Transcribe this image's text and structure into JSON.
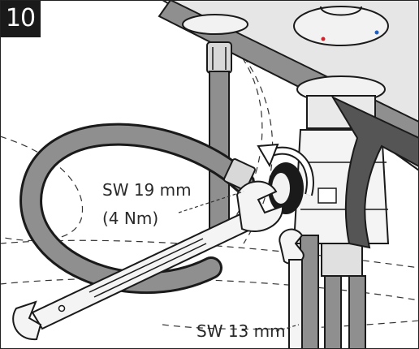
{
  "step": {
    "number": "10"
  },
  "labels": {
    "wrench_large_size": "SW 19 mm",
    "torque": "(4 Nm)",
    "wrench_small_size": "SW 13 mm"
  },
  "icons": {
    "valve_icon": "valve-icon",
    "hose_icon": "hose-icon",
    "wrench_icon": "wrench-icon",
    "rotate_arrow_icon": "rotate-arrow-icon"
  },
  "colors": {
    "hose_gray": "#8f8f8f",
    "line_black": "#1a1a1a",
    "hot_marker": "#d2232a",
    "cold_marker": "#1f5fbf",
    "chrome_light": "#f2f2f2"
  }
}
